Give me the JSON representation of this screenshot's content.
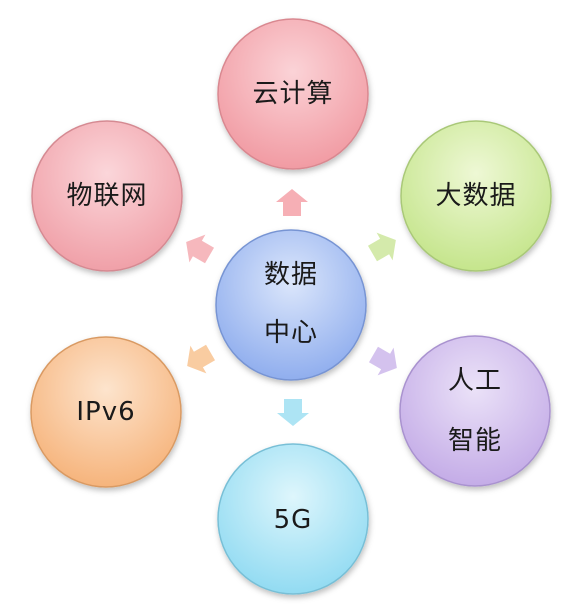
{
  "center": {
    "line1": "数据",
    "line2": "中心",
    "color": "#9bb6f0"
  },
  "nodes": [
    {
      "id": "cloud",
      "line1": "云计算",
      "line2": "",
      "color": "#f4a3aa"
    },
    {
      "id": "bigdata",
      "line1": "大数据",
      "line2": "",
      "color": "#cde89a"
    },
    {
      "id": "ai",
      "line1": "人工",
      "line2": "智能",
      "color": "#cdb8ec"
    },
    {
      "id": "5g",
      "line1": "5G",
      "line2": "",
      "color": "#9fe1f4"
    },
    {
      "id": "ipv6",
      "line1": "IPv6",
      "line2": "",
      "color": "#f9c08e"
    },
    {
      "id": "iot",
      "line1": "物联网",
      "line2": "",
      "color": "#f4a3aa"
    }
  ]
}
